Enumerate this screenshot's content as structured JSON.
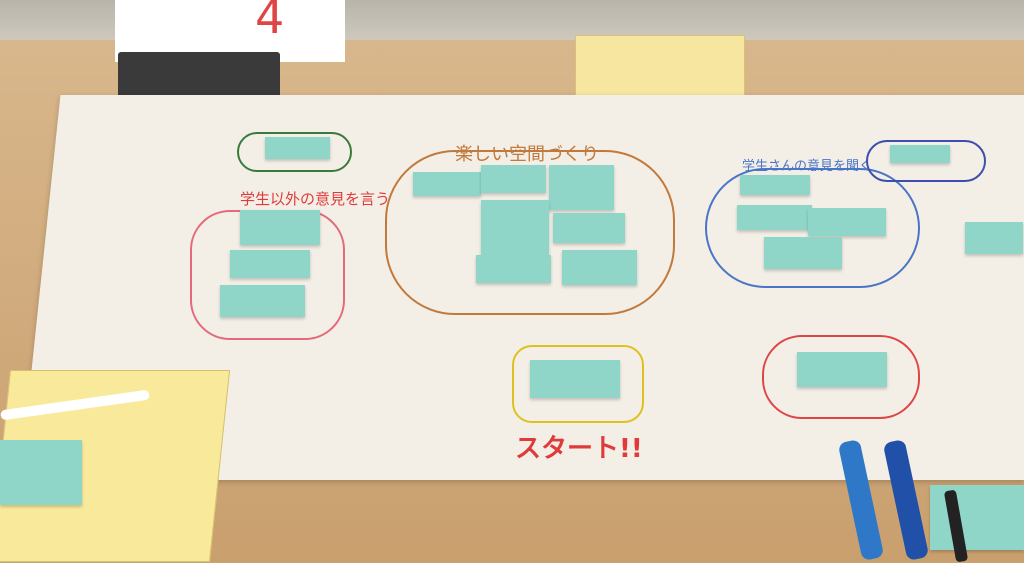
{
  "scene": {
    "table_number": "4",
    "start_label": "スタート!!"
  },
  "poster": {
    "center_title": "楽しい空間づくり",
    "left_title": "学生以外の意見を言う",
    "right_title": "学生さんの意見を聞く"
  },
  "colors": {
    "paper": "#f3efe7",
    "sticky": "#8fd6c9",
    "red": "#e03b3b",
    "orange": "#c27a3c",
    "blue": "#4a74c8",
    "green": "#3a7a3a",
    "yellow": "#e0c020"
  }
}
